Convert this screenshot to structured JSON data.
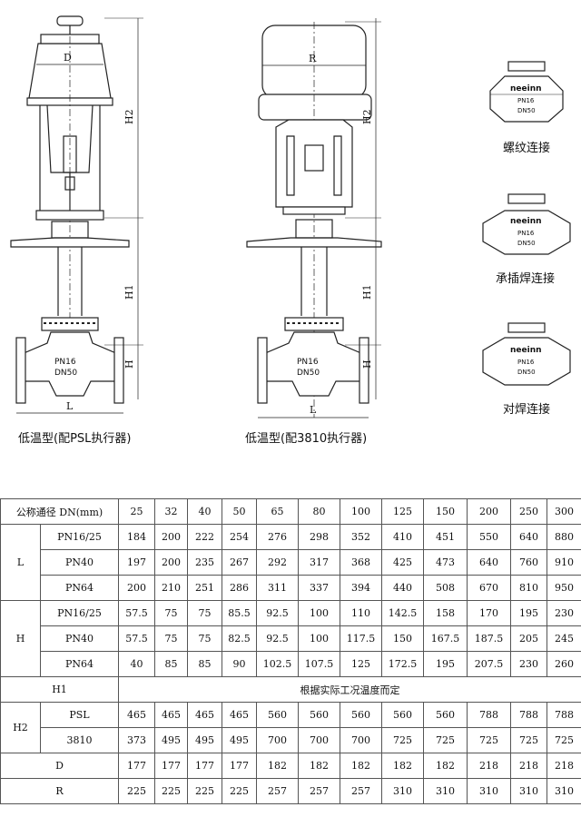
{
  "drawing": {
    "left_caption": "低温型(配PSL执行器)",
    "right_caption": "低温型(配3810执行器)",
    "dim_d": "D",
    "dim_r": "R",
    "dim_h2": "H2",
    "dim_h1": "H1",
    "dim_h": "H",
    "dim_l": "L",
    "body_pn": "PN16",
    "body_dn": "DN50",
    "mini_brand": "neeinn",
    "mini_pn": "PN16",
    "mini_dn": "DN50",
    "conn_threaded": "螺纹连接",
    "conn_socket_weld": "承插焊连接",
    "conn_butt_weld": "对焊连接"
  },
  "table": {
    "header_label": "公称通径 DN(mm)",
    "dn": [
      "25",
      "32",
      "40",
      "50",
      "65",
      "80",
      "100",
      "125",
      "150",
      "200",
      "250",
      "300"
    ],
    "groups": [
      {
        "name": "L",
        "rows": [
          {
            "label": "PN16/25",
            "values": [
              "184",
              "200",
              "222",
              "254",
              "276",
              "298",
              "352",
              "410",
              "451",
              "550",
              "640",
              "880"
            ]
          },
          {
            "label": "PN40",
            "values": [
              "197",
              "200",
              "235",
              "267",
              "292",
              "317",
              "368",
              "425",
              "473",
              "640",
              "760",
              "910"
            ]
          },
          {
            "label": "PN64",
            "values": [
              "200",
              "210",
              "251",
              "286",
              "311",
              "337",
              "394",
              "440",
              "508",
              "670",
              "810",
              "950"
            ]
          }
        ]
      },
      {
        "name": "H",
        "rows": [
          {
            "label": "PN16/25",
            "values": [
              "57.5",
              "75",
              "75",
              "85.5",
              "92.5",
              "100",
              "110",
              "142.5",
              "158",
              "170",
              "195",
              "230"
            ]
          },
          {
            "label": "PN40",
            "values": [
              "57.5",
              "75",
              "75",
              "82.5",
              "92.5",
              "100",
              "117.5",
              "150",
              "167.5",
              "187.5",
              "205",
              "245"
            ]
          },
          {
            "label": "PN64",
            "values": [
              "40",
              "85",
              "85",
              "90",
              "102.5",
              "107.5",
              "125",
              "172.5",
              "195",
              "207.5",
              "230",
              "260"
            ]
          }
        ]
      }
    ],
    "h1_label": "H1",
    "h1_note": "根据实际工况温度而定",
    "h2_group": {
      "name": "H2",
      "rows": [
        {
          "label": "PSL",
          "values": [
            "465",
            "465",
            "465",
            "465",
            "560",
            "560",
            "560",
            "560",
            "560",
            "788",
            "788",
            "788"
          ]
        },
        {
          "label": "3810",
          "values": [
            "373",
            "495",
            "495",
            "495",
            "700",
            "700",
            "700",
            "725",
            "725",
            "725",
            "725",
            "725"
          ]
        }
      ]
    },
    "d_row": {
      "label": "D",
      "values": [
        "177",
        "177",
        "177",
        "177",
        "182",
        "182",
        "182",
        "182",
        "182",
        "218",
        "218",
        "218"
      ]
    },
    "r_row": {
      "label": "R",
      "values": [
        "225",
        "225",
        "225",
        "225",
        "257",
        "257",
        "257",
        "310",
        "310",
        "310",
        "310",
        "310"
      ]
    }
  }
}
